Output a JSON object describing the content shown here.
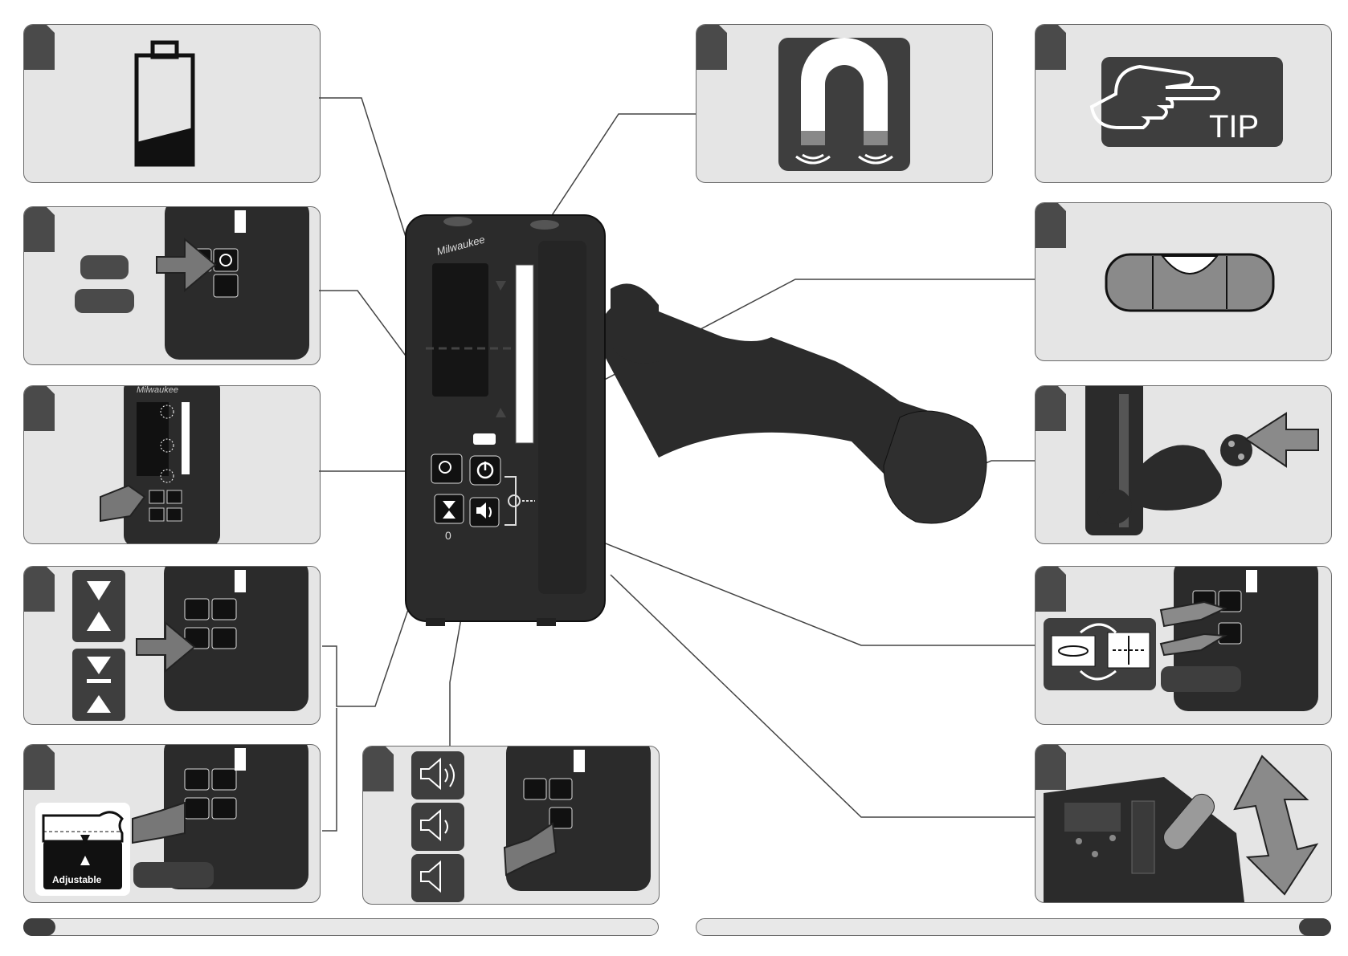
{
  "colors": {
    "panel_bg": "#e5e5e5",
    "panel_border": "#6a6a6a",
    "dark": "#3e3e3e",
    "device_body": "#2b2b2b",
    "accent_grey": "#8a8a8a"
  },
  "brand": "Milwaukee",
  "labels": {
    "adjustable": "Adjustable",
    "tip": "TIP",
    "zero": "0"
  },
  "icons": [
    "battery-low-icon",
    "magnet-icon",
    "tip-hand-icon",
    "bubble-level-icon",
    "backlight-icon",
    "power-icon",
    "accuracy-icon",
    "volume-icon",
    "rotate-icon",
    "crosshair-icon"
  ]
}
